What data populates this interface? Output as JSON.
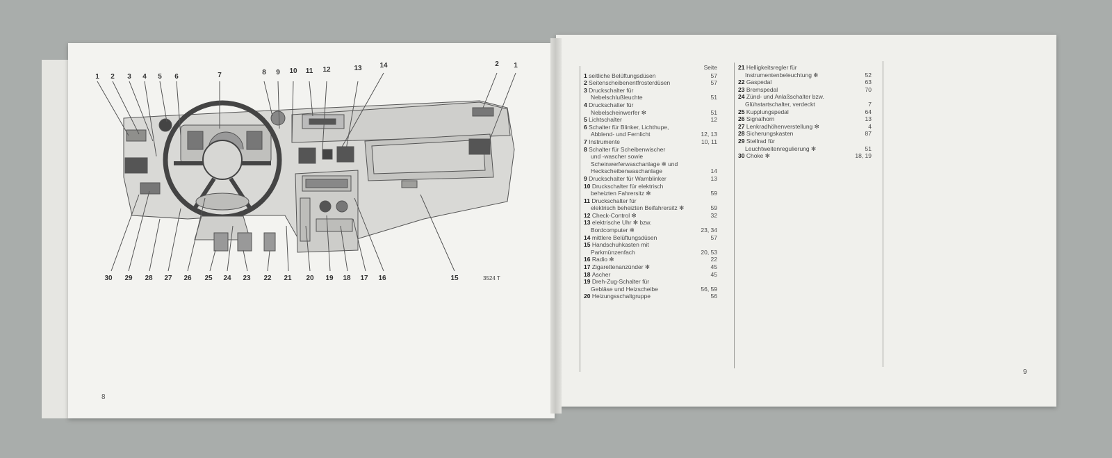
{
  "left_page": {
    "page_number": "8",
    "image_code": "3524 T",
    "callouts_top": [
      "1",
      "2",
      "3",
      "4",
      "5",
      "6",
      "7",
      "8",
      "9",
      "10",
      "11",
      "12",
      "13",
      "14",
      "2",
      "1"
    ],
    "callouts_bottom": [
      "30",
      "29",
      "28",
      "27",
      "26",
      "25",
      "24",
      "23",
      "22",
      "21",
      "20",
      "19",
      "18",
      "17",
      "16",
      "15"
    ]
  },
  "right_page": {
    "page_number": "9",
    "header": "Seite",
    "legend_col1": [
      {
        "num": "1",
        "lines": [
          "seitliche Belüftungsdüsen"
        ],
        "page": "57"
      },
      {
        "num": "2",
        "lines": [
          "Seitenscheibenentfrosterdüsen"
        ],
        "page": "57"
      },
      {
        "num": "3",
        "lines": [
          "Druckschalter für",
          "Nebelschlußleuchte"
        ],
        "page": "51"
      },
      {
        "num": "4",
        "lines": [
          "Druckschalter für",
          "Nebelscheinwerfer ✻"
        ],
        "page": "51"
      },
      {
        "num": "5",
        "lines": [
          "Lichtschalter"
        ],
        "page": "12"
      },
      {
        "num": "6",
        "lines": [
          "Schalter für Blinker, Lichthupe,",
          "Abblend- und Fernlicht"
        ],
        "page": "12, 13"
      },
      {
        "num": "7",
        "lines": [
          "Instrumente"
        ],
        "page": "10, 11"
      },
      {
        "num": "8",
        "lines": [
          "Schalter für Scheibenwischer",
          "und -wascher sowie",
          "Scheinwerferwaschanlage ✻ und",
          "Heckscheibenwaschanlage"
        ],
        "page": "14"
      },
      {
        "num": "9",
        "lines": [
          "Druckschalter für Warnblinker"
        ],
        "page": "13"
      },
      {
        "num": "10",
        "lines": [
          "Druckschalter für elektrisch",
          "beheizten Fahrersitz ✻"
        ],
        "page": "59"
      },
      {
        "num": "11",
        "lines": [
          "Druckschalter für",
          "elektrisch beheizten Beifahrersitz ✻"
        ],
        "page": "59"
      },
      {
        "num": "12",
        "lines": [
          "Check-Control ✻"
        ],
        "page": "32"
      },
      {
        "num": "13",
        "lines": [
          "elektrische Uhr ✻ bzw.",
          "Bordcomputer ✻"
        ],
        "page": "23, 34"
      },
      {
        "num": "14",
        "lines": [
          "mittlere Belüftungsdüsen"
        ],
        "page": "57"
      },
      {
        "num": "15",
        "lines": [
          "Handschuhkasten mit",
          "Parkmünzenfach"
        ],
        "page": "20, 53"
      },
      {
        "num": "16",
        "lines": [
          "Radio ✻"
        ],
        "page": "22"
      },
      {
        "num": "17",
        "lines": [
          "Zigarettenanzünder ✻"
        ],
        "page": "45"
      },
      {
        "num": "18",
        "lines": [
          "Ascher"
        ],
        "page": "45"
      },
      {
        "num": "19",
        "lines": [
          "Dreh-Zug-Schalter für",
          "Gebläse und Heizscheibe"
        ],
        "page": "56, 59"
      },
      {
        "num": "20",
        "lines": [
          "Heizungsschaltgruppe"
        ],
        "page": "56"
      }
    ],
    "legend_col2": [
      {
        "num": "21",
        "lines": [
          "Helligkeitsregler für",
          "Instrumentenbeleuchtung ✻"
        ],
        "page": "52"
      },
      {
        "num": "22",
        "lines": [
          "Gaspedal"
        ],
        "page": "63"
      },
      {
        "num": "23",
        "lines": [
          "Bremspedal"
        ],
        "page": "70"
      },
      {
        "num": "24",
        "lines": [
          "Zünd- und Anlaßschalter bzw.",
          "Glühstartschalter, verdeckt"
        ],
        "page": "7"
      },
      {
        "num": "25",
        "lines": [
          "Kupplungspedal"
        ],
        "page": "64"
      },
      {
        "num": "26",
        "lines": [
          "Signalhorn"
        ],
        "page": "13"
      },
      {
        "num": "27",
        "lines": [
          "Lenkradhöhenverstellung ✻"
        ],
        "page": "4"
      },
      {
        "num": "28",
        "lines": [
          "Sicherungskasten"
        ],
        "page": "87"
      },
      {
        "num": "29",
        "lines": [
          "Stellrad für",
          "Leuchtweitenregulierung ✻"
        ],
        "page": "51"
      },
      {
        "num": "30",
        "lines": [
          "Choke ✻"
        ],
        "page": "18, 19"
      }
    ]
  }
}
